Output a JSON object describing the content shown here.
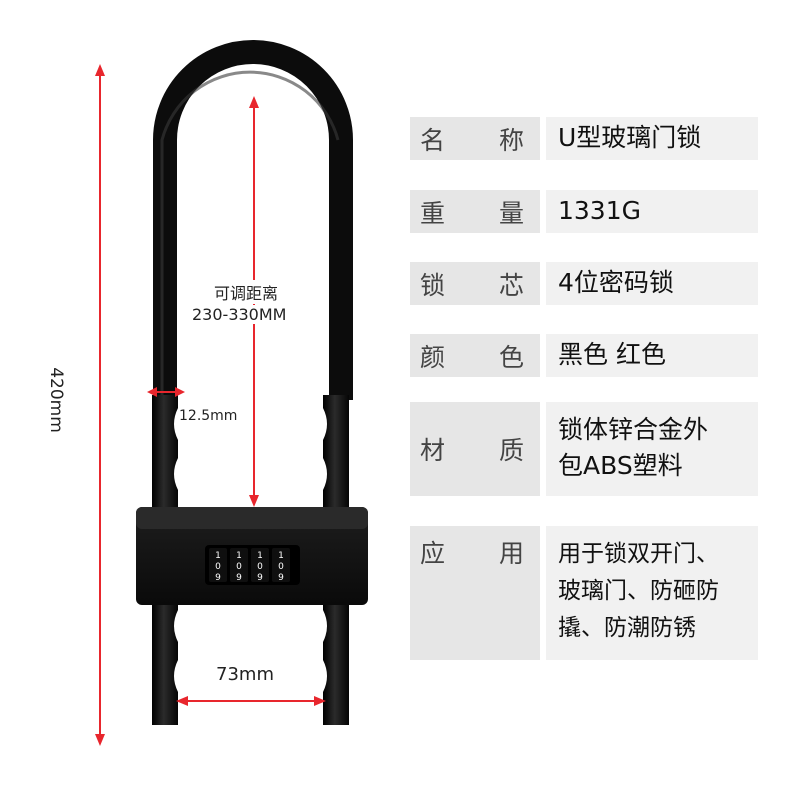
{
  "dimensions": {
    "total_height": "420mm",
    "adjust_label": "可调距离",
    "adjust_range": "230-330MM",
    "shackle_diameter": "12.5mm",
    "width": "73mm"
  },
  "dial": {
    "digits": [
      "1",
      "0",
      "9"
    ]
  },
  "specs": [
    {
      "key_a": "名",
      "key_b": "称",
      "value": "U型玻璃门锁"
    },
    {
      "key_a": "重",
      "key_b": "量",
      "value": "1331G"
    },
    {
      "key_a": "锁",
      "key_b": "芯",
      "value": "4位密码锁"
    },
    {
      "key_a": "颜",
      "key_b": "色",
      "value": "黑色 红色"
    },
    {
      "key_a": "材",
      "key_b": "质",
      "lines": [
        "锁体锌合金外",
        "包ABS塑料"
      ]
    },
    {
      "key_a": "应",
      "key_b": "用",
      "lines": [
        "用于锁双开门、",
        "玻璃门、防砸防",
        "撬、防潮防锈"
      ]
    }
  ],
  "colors": {
    "dimension_line": "#e8262d",
    "lock_body": "#151515",
    "key_bg": "#e6e6e6",
    "value_bg": "#f1f1f1"
  }
}
